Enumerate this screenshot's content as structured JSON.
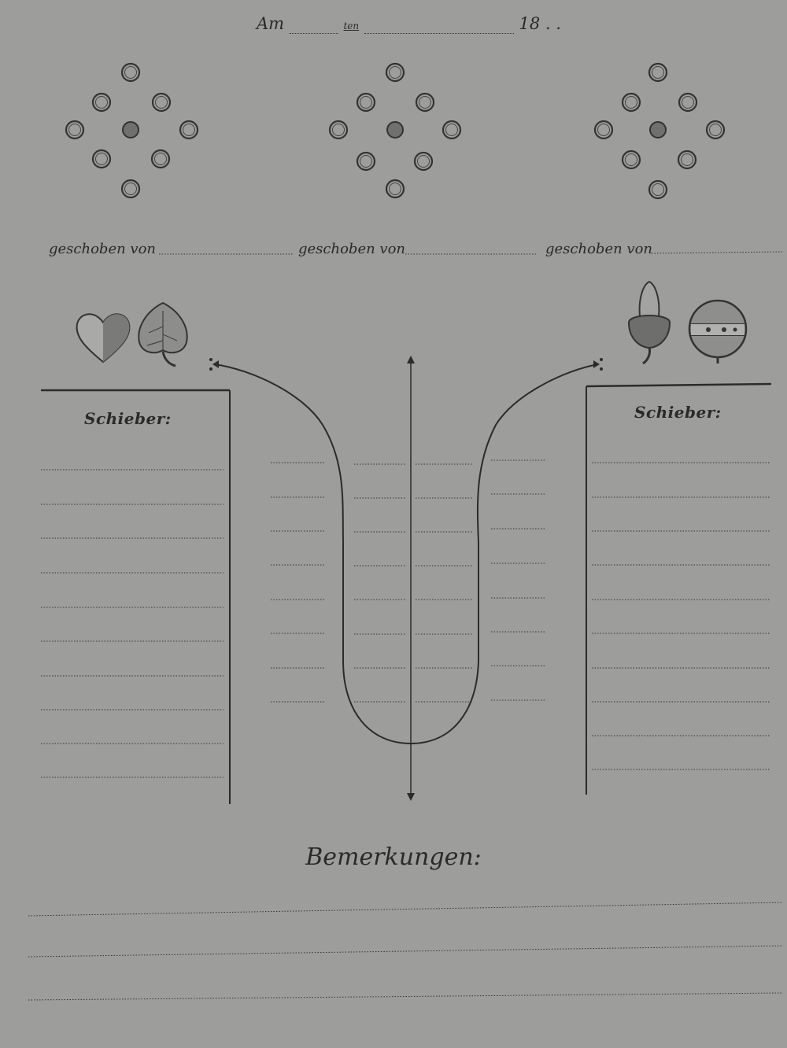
{
  "header": {
    "am": "Am",
    "ten": "ten",
    "year": "18 . ."
  },
  "columns": [
    {
      "label": "geschoben von"
    },
    {
      "label": "geschoben von"
    },
    {
      "label": "geschoben von"
    }
  ],
  "left_panel": {
    "title": "Schieber:",
    "icons": [
      "heart-icon",
      "leaf-icon"
    ]
  },
  "right_panel": {
    "title": "Schieber:",
    "icons": [
      "acorn-icon",
      "bell-icon"
    ]
  },
  "remarks": {
    "title": "Bemerkungen:"
  },
  "colors": {
    "paper": "#9d9d9b",
    "ink": "#2b2b2b"
  }
}
